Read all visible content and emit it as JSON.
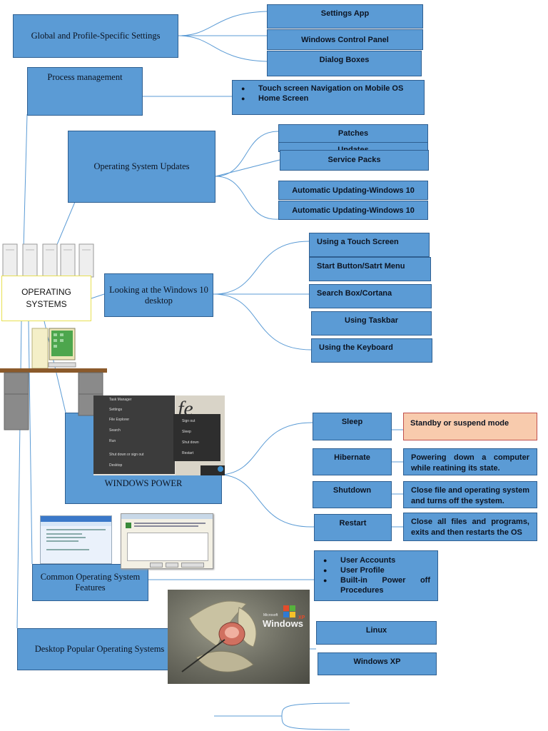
{
  "center": {
    "line1": "OPERATING",
    "line2": "SYSTEMS"
  },
  "branches": {
    "global": "Global and Profile-Specific Settings",
    "process": "Process management",
    "updates": "Operating System Updates",
    "desktop": "Looking at the Windows 10 desktop",
    "power": "WINDOWS POWER",
    "features": "Common Operating System Features",
    "popular": "Desktop Popular Operating Systems"
  },
  "global_items": [
    "Settings App",
    "Windows Control Panel",
    "Dialog Boxes"
  ],
  "process_items": [
    "Touch screen Navigation on Mobile OS",
    "Home Screen"
  ],
  "update_items": [
    "Patches",
    "Updates",
    "Service Packs",
    "Automatic Updating-Windows 10",
    "Automatic Updating-Windows 10"
  ],
  "desktop_items": [
    "Using a Touch Screen",
    "Start Button/Satrt Menu",
    "Search Box/Cortana",
    "Using Taskbar",
    "Using the Keyboard"
  ],
  "power_items": [
    {
      "label": "Sleep",
      "desc": "Standby or suspend mode"
    },
    {
      "label": "Hibernate",
      "desc": "Powering down a computer while reatining its state."
    },
    {
      "label": "Shutdown",
      "desc": "Close file and operating system and turns off the system."
    },
    {
      "label": "Restart",
      "desc": "Close all files and programs, exits and then restarts the OS"
    }
  ],
  "feature_items": [
    "User Accounts",
    "User Profile",
    "Built-in Power off Procedures"
  ],
  "popular_items": [
    "Linux",
    "Windows XP"
  ],
  "start_menu": {
    "left": [
      "Task Manager",
      "Settings",
      "File Explorer",
      "Search",
      "Run",
      "Shut down or sign out",
      "Desktop"
    ],
    "right": [
      "Sign out",
      "Sleep",
      "Shut down",
      "Restart"
    ]
  },
  "xp_logo": {
    "small": "Microsoft",
    "big": "Windows",
    "sup": "XP"
  },
  "colors": {
    "box": "#5b9bd5",
    "box_border": "#2f5f91",
    "highlight": "#f8cbad",
    "line": "#5b9bd5"
  }
}
